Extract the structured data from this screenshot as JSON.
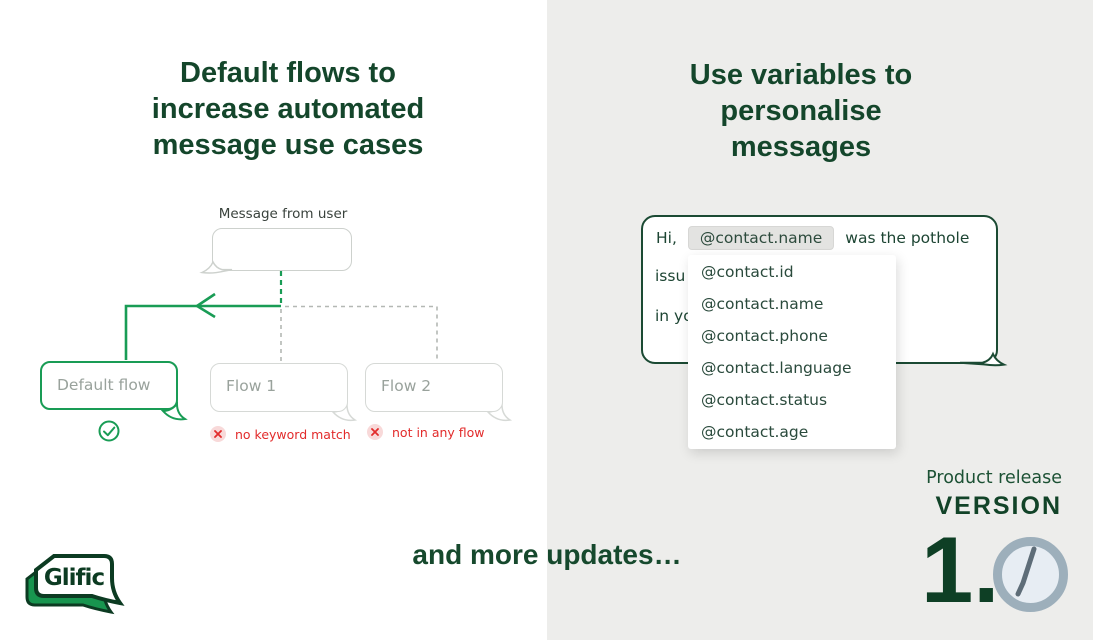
{
  "colors": {
    "heading_green": "#14462b",
    "brand_green": "#18954f",
    "flow_line_green": "#199c55",
    "gray_border": "#d6d9d6",
    "gray_text": "#99a29c",
    "dashed_gray": "#b4b8b4",
    "status_red": "#e22b2b",
    "status_red_bg": "#f8d9d9",
    "panel_gray": "#ededeb",
    "pill_gray": "#e3e3e1",
    "clock_ring": "#9dafbb",
    "clock_face": "#e7edf3"
  },
  "left_panel": {
    "title_lines": [
      "Default flows to",
      "increase automated",
      "message use cases"
    ],
    "diagram": {
      "message_label": "Message from user",
      "default_flow": {
        "label": "Default flow"
      },
      "flow1": {
        "label": "Flow 1",
        "status": "no keyword match"
      },
      "flow2": {
        "label": "Flow 2",
        "status": "not in any flow"
      }
    }
  },
  "right_panel": {
    "title_lines": [
      "Use variables to",
      "personalise",
      "messages"
    ],
    "chat": {
      "greeting": "Hi,",
      "variable_pill": "@contact.name",
      "after_pill": "was the pothole",
      "line2_partial": "issu",
      "line3_partial": "in yo"
    },
    "dropdown": {
      "items": [
        "@contact.id",
        "@contact.name",
        "@contact.phone",
        "@contact.language",
        "@contact.status",
        "@contact.age"
      ]
    },
    "release": {
      "label": "Product release",
      "version_word": "VERSION",
      "version_number": "1."
    }
  },
  "footer": {
    "more_updates": "and more updates…",
    "logo_text": "Glific"
  }
}
